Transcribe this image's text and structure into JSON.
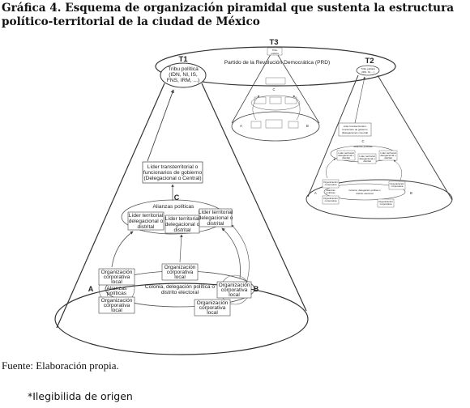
{
  "title": {
    "line1": "Gráfica 4. Esquema de organización piramidal que sustenta la estructura",
    "line2": "político-territorial de la ciudad de México"
  },
  "diagram": {
    "tiers": [
      "T1",
      "T2",
      "T3"
    ],
    "top_ellipse_label": "Partido de la Revolución Democrática (PRD)",
    "t1_box": [
      "Tribu política",
      "(IDN, NI, IS,",
      "FNS, IRM, ...)"
    ],
    "t2_box": [
      "Tribu política",
      "(IDN, NI, ...)"
    ],
    "t3_box": [
      "Tribu",
      "política"
    ],
    "big_cone": {
      "leader_box": [
        "Líder transterritorial o",
        "funcionarios de gobierno",
        "(Delegacional o Central)"
      ],
      "alliances_top": "Alianzas políticas",
      "letter_c": "C",
      "leader_left": [
        "Líder territorial",
        "delegacional o",
        "distrital"
      ],
      "leader_mid": [
        "Líder territorial",
        "delegacional o",
        "distrital"
      ],
      "leader_right": [
        "Líder territorial",
        "delegacional o",
        "distrital"
      ],
      "org_left": [
        "Organización",
        "corporativa",
        "local"
      ],
      "alliances_left": [
        "Alianzas",
        "políticas"
      ],
      "org_left2": [
        "Organización",
        "corporativa",
        "local"
      ],
      "org_center": [
        "Organización",
        "corporativa",
        "local"
      ],
      "colonia": [
        "Colonia, delegación política o",
        "distrito electoral"
      ],
      "org_right": [
        "Organización",
        "corporativa",
        "local"
      ],
      "org_bottom": [
        "Organización",
        "corporativa",
        "local"
      ],
      "letter_a": "A",
      "letter_b": "B"
    },
    "t2_cone": {
      "leader_box": [
        "Líder transterritorial o",
        "funcionario de gobierno",
        "(Delegacional o Central)"
      ],
      "alliances": "Alianzas políticas",
      "letter_c": "C",
      "leader_left": [
        "Líder territorial",
        "delegacional o",
        "distrital"
      ],
      "leader_mid": [
        "Líder territorial",
        "delegacional o",
        "distrital"
      ],
      "leader_right": [
        "Líder territorial",
        "delegacional o",
        "distrital"
      ],
      "org_left": [
        "Organización",
        "corporativa",
        "local"
      ],
      "alliances_left": [
        "Alianzas",
        "políticas"
      ],
      "org_left2": [
        "Organización",
        "corporativa",
        "local"
      ],
      "colonia": [
        "Colonia, delegación política o",
        "distrito electoral"
      ],
      "org_right": [
        "Organización",
        "corporativa",
        "local"
      ],
      "org_bottom": [
        "Organización",
        "corporativa",
        "local"
      ],
      "letter_a": "A",
      "letter_b": "B"
    },
    "t3_cone": {
      "letter_c": "C",
      "letter_a": "A",
      "letter_b": "B"
    }
  },
  "source": "Fuente: Elaboración propia.",
  "note": "*Ilegibilida de origen"
}
